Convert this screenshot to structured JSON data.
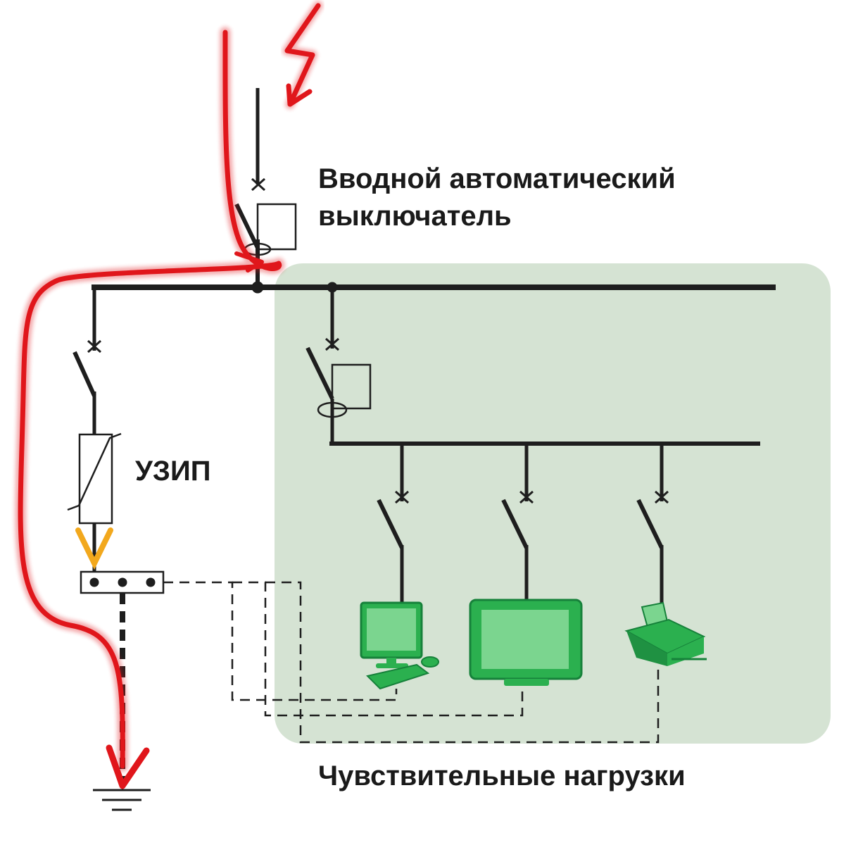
{
  "labels": {
    "main_breaker_line1": "Вводной автоматический",
    "main_breaker_line2": "выключатель",
    "spd": "УЗИП",
    "sensitive_loads": "Чувствительные нагрузки"
  },
  "colors": {
    "surge_path": "#e0161b",
    "wire": "#1e1e1e",
    "loads_zone": "#d5e3d3",
    "device": "#29a84c",
    "arrow_marker": "#f2a81d"
  },
  "icons": [
    "lightning-icon",
    "monitor-icon",
    "tv-icon",
    "printer-icon",
    "ground-icon"
  ]
}
